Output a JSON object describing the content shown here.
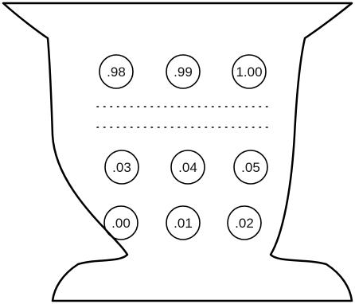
{
  "figure": {
    "description_free": true,
    "outline_color": "#000000",
    "background_color": "#ffffff"
  },
  "balls": {
    "top_row": [
      ".98",
      ".99",
      "1.00"
    ],
    "middle_row": [
      ".03",
      ".04",
      ".05"
    ],
    "bottom_row": [
      ".00",
      ".01",
      ".02"
    ]
  }
}
